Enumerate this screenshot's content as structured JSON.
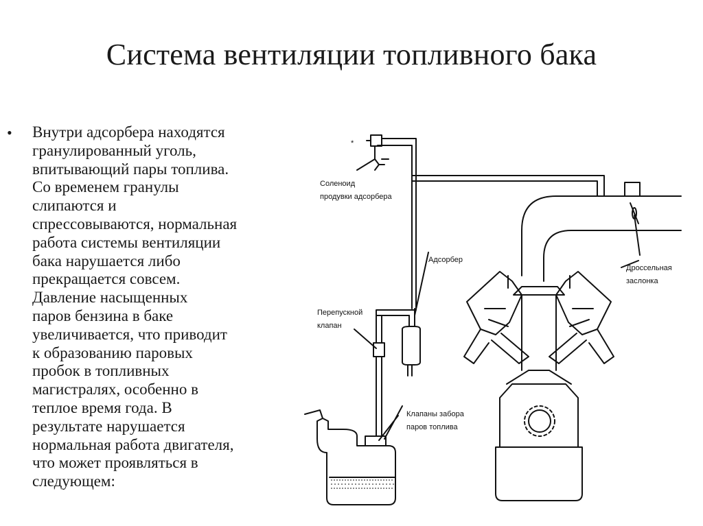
{
  "slide": {
    "title": "Система вентиляции топливного бака",
    "bullet_marker": "•",
    "bullet_text": "Внутри адсорбера находятся\nгранулированный уголь,\nвпитывающий пары топлива.\nСо временем гранулы\nслипаются и\nспрессовываются, нормальная\nработа системы вентиляции\nбака нарушается либо\nпрекращается совсем.\nДавление насыщенных\nпаров  бензина в баке\nувеличивается, что приводит\nк образованию паровых\nпробок в топливных\nмагистралях, особенно в\nтеплое время года. В\nрезультате нарушается\nнормальная работа двигателя,\nчто может проявляться в\nследующем:"
  },
  "diagram": {
    "labels": {
      "asterisk": "*",
      "solenoid_1": "Соленоид",
      "solenoid_2": "продувки адсорбера",
      "adsorber": "Адсорбер",
      "bypass_1": "Перепускной",
      "bypass_2": "клапан",
      "throttle_1": "Дроссельная",
      "throttle_2": "заслонка",
      "valves_1": "Клапаны забора",
      "valves_2": "паров топлива"
    }
  }
}
